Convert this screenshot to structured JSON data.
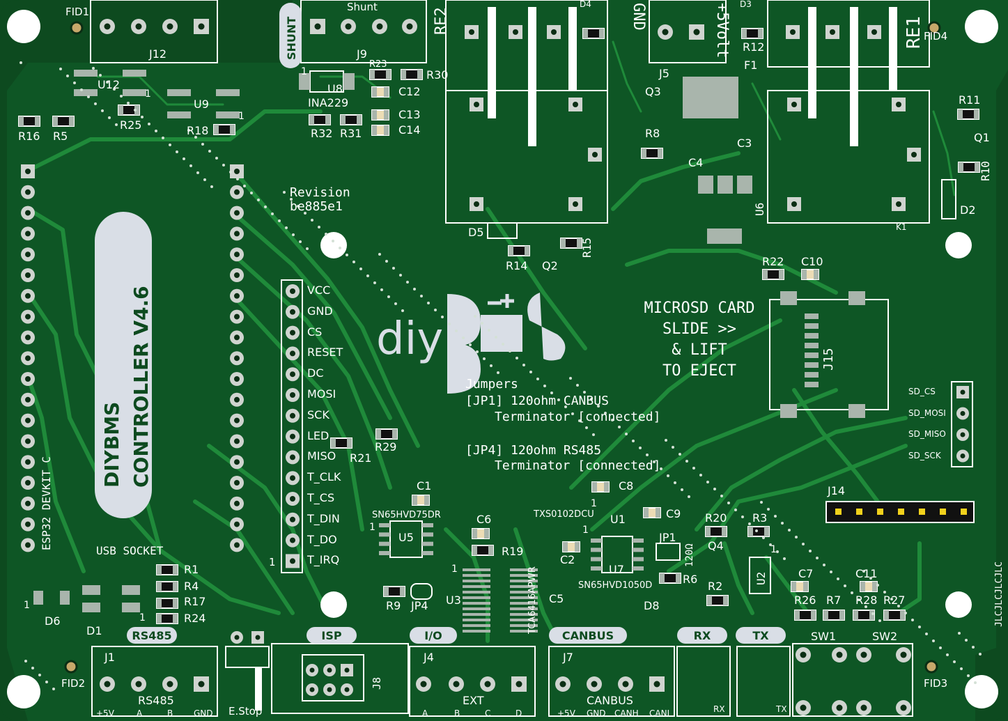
{
  "board": {
    "title_line1": "DIYBMS",
    "title_line2": "CONTROLLER V4.6",
    "revision_label": "Revision",
    "revision_value": "be885e1",
    "logo_text": "diy",
    "esp32_label": "ESP32 DEVKIT C",
    "usb_label": "USB SOCKET",
    "jlc_marker": "JLCJLCJLCJLC",
    "colors": {
      "pcb": "#0d4a1f",
      "copper": "#1f8a3a",
      "silkscreen": "#ffffff",
      "pad": "#a9b5ac",
      "pill": "#d9dee6"
    }
  },
  "fiducials": [
    "FID1",
    "FID2",
    "FID3",
    "FID4"
  ],
  "top_connectors": {
    "j12": {
      "ref": "J12"
    },
    "j9": {
      "ref": "J9",
      "name": "Shunt"
    },
    "shunt_pill": "SHUNT",
    "re2": "RE2",
    "re1": "RE1",
    "gnd": "GND",
    "v5": "+5Volt",
    "j5": "J5",
    "f1": "F1",
    "k1": "K1"
  },
  "components": {
    "u12": "U12",
    "u9": "U9",
    "u8": "U8",
    "ina": "INA229",
    "r23": "R23",
    "r30": "R30",
    "c12": "C12",
    "c13": "C13",
    "c14": "C14",
    "r32": "R32",
    "r31": "R31",
    "r25": "R25",
    "r18": "R18",
    "r16": "R16",
    "r5": "R5",
    "d4": "D4",
    "d3": "D3",
    "r12": "R12",
    "q3": "Q3",
    "r8": "R8",
    "c3": "C3",
    "c4": "C4",
    "u6": "U6",
    "r11": "R11",
    "q1": "Q1",
    "r10": "R10",
    "d2": "D2",
    "d5": "D5",
    "r14": "R14",
    "q2": "Q2",
    "r15": "R15",
    "r22": "R22",
    "c10": "C10",
    "j15": "J15",
    "r29": "R29",
    "r21": "R21",
    "c1": "C1",
    "u5": "U5",
    "sn75": "SN65HVD75DR",
    "c6": "C6",
    "r19": "R19",
    "u3": "U3",
    "tca": "TCA6416APWR",
    "c5": "C5",
    "r9": "R9",
    "jp4": "JP4",
    "c8": "C8",
    "u1": "U1",
    "c9": "C9",
    "txs": "TXS0102DCU",
    "c2": "C2",
    "u7": "U7",
    "sn1050": "SN65HVD1050D",
    "jp1": "JP1",
    "ohm": "120Ω",
    "r6": "R6",
    "d8": "D8",
    "r20": "R20",
    "q4": "Q4",
    "r2": "R2",
    "r3": "R3",
    "u2": "U2",
    "c7": "C7",
    "c11": "C11",
    "r26": "R26",
    "r7": "R7",
    "r28": "R28",
    "r27": "R27",
    "sw1": "SW1",
    "sw2": "SW2",
    "j14": "J14",
    "r1": "R1",
    "r4": "R4",
    "r17": "R17",
    "r24": "R24",
    "d6": "D6",
    "d1": "D1",
    "j8": "J8"
  },
  "display_header": [
    "VCC",
    "GND",
    "CS",
    "RESET",
    "DC",
    "MOSI",
    "SCK",
    "LED",
    "MISO",
    "T_CLK",
    "T_CS",
    "T_DIN",
    "T_DO",
    "T_IRQ"
  ],
  "sd_header": [
    "SD_CS",
    "SD_MOSI",
    "SD_MISO",
    "SD_SCK"
  ],
  "microsd_note": [
    "MICROSD CARD",
    "SLIDE >>",
    "& LIFT",
    "TO EJECT"
  ],
  "jumpers_note": [
    "Jumpers",
    "[JP1] 120ohm CANBUS",
    "Terminator [connected]",
    "[JP4] 120ohm RS485",
    "Terminator [connected]"
  ],
  "bottom_pills": [
    "RS485",
    "ISP",
    "I/O",
    "CANBUS",
    "RX",
    "TX"
  ],
  "bottom_connectors": {
    "j1": {
      "ref": "J1",
      "name": "RS485",
      "pins": [
        "+5V",
        "A",
        "B",
        "GND"
      ]
    },
    "estop": "E.Stop",
    "j4": {
      "ref": "J4",
      "name": "EXT",
      "pins": [
        "A",
        "B",
        "C",
        "D"
      ]
    },
    "j7": {
      "ref": "J7",
      "name": "CANBUS",
      "pins": [
        "+5V",
        "GND",
        "CANH",
        "CANL"
      ]
    },
    "rx": "RX",
    "tx": "TX"
  },
  "pin1": "1"
}
